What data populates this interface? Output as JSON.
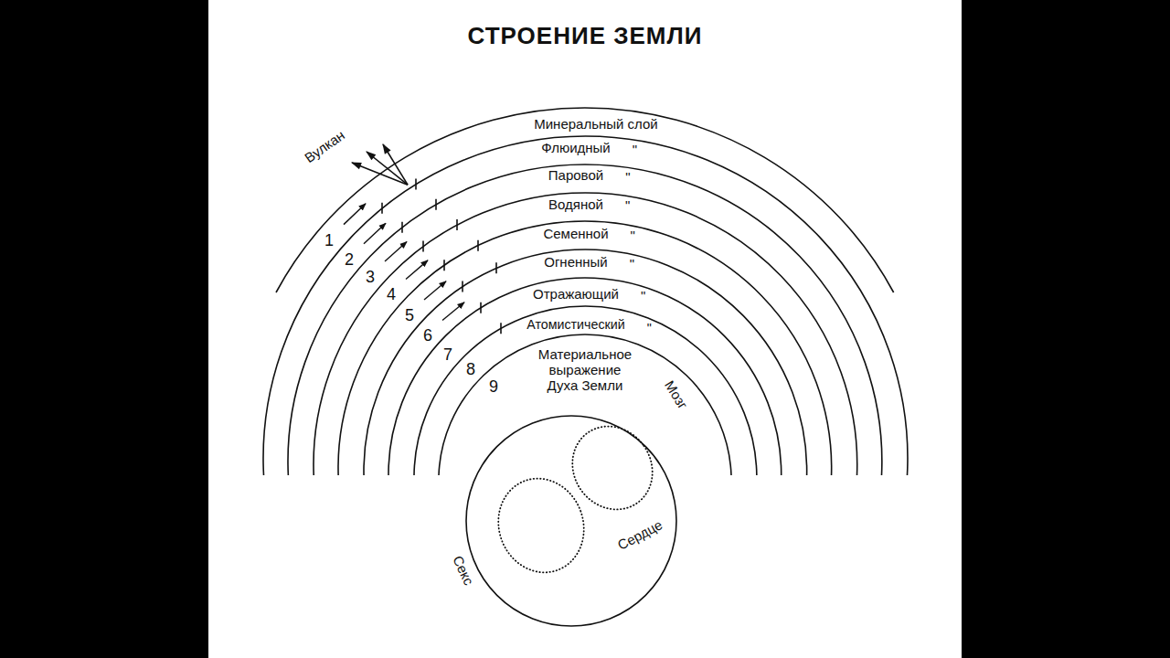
{
  "diagram": {
    "title": "СТРОЕНИЕ ЗЕМЛИ",
    "nodes": [
      {
        "text": [
          "Минеральный слой"
        ]
      },
      {
        "text": [
          "Флюидный",
          "\""
        ],
        "in": 0
      },
      {
        "text": [
          "Паровой",
          "\""
        ],
        "in": 1
      },
      {
        "text": [
          "Водяной",
          "\""
        ],
        "in": 2
      },
      {
        "text": [
          "Семенной",
          "\""
        ],
        "in": 3
      },
      {
        "text": [
          "Огненный",
          "\""
        ],
        "in": 4
      },
      {
        "text": [
          "Отражающий",
          "\""
        ],
        "in": 5
      },
      {
        "text": [
          "Атомистический",
          "\""
        ],
        "in": 6
      },
      {
        "text": [
          "Материальное выражение Духа Земли"
        ],
        "in": 7
      }
    ],
    "labels": [
      "Вулкан",
      "1",
      "2",
      "3",
      "4",
      "5",
      "6",
      "7",
      "8",
      "9",
      "Мозг",
      "Сердце",
      "Секс"
    ]
  }
}
